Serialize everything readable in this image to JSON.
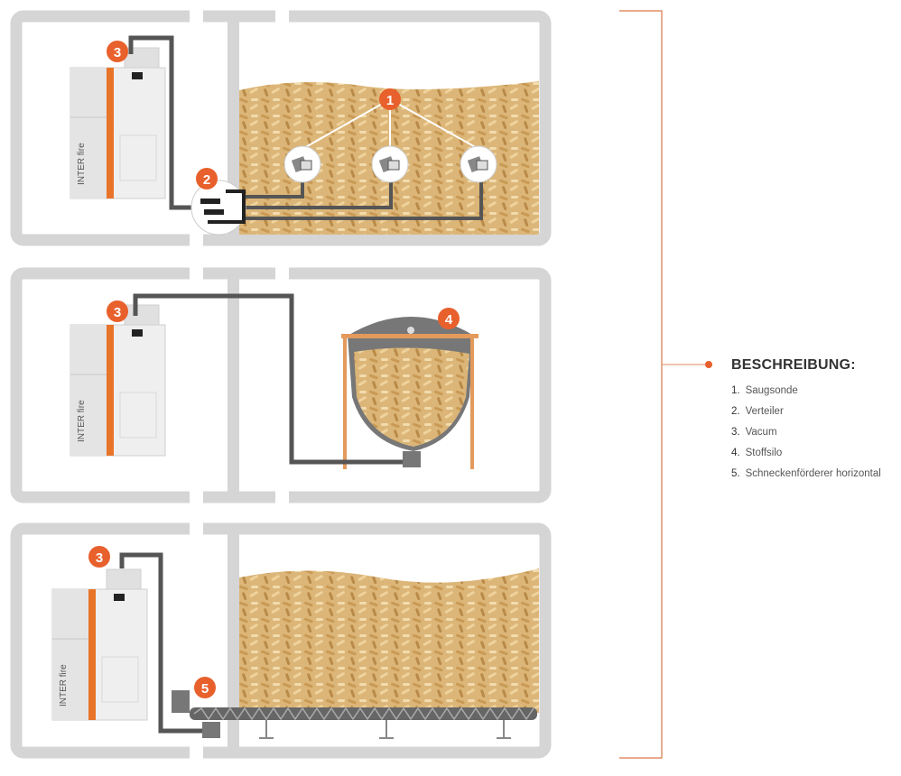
{
  "legend": {
    "title": "BESCHREIBUNG:",
    "items": [
      {
        "num": "1.",
        "label": "Saugsonde"
      },
      {
        "num": "2.",
        "label": "Verteiler"
      },
      {
        "num": "3.",
        "label": "Vacum"
      },
      {
        "num": "4.",
        "label": "Stoffsilo"
      },
      {
        "num": "5.",
        "label": "Schneckenförderer horizontal"
      }
    ]
  },
  "badges": {
    "b1": "1",
    "b2": "2",
    "b3": "3",
    "b4": "4",
    "b5": "5"
  },
  "boiler_brand": "INTER fire",
  "colors": {
    "accent": "#e8602c",
    "wall": "#d5d5d5",
    "pipe": "#555555",
    "pellet": "#d9b070"
  }
}
